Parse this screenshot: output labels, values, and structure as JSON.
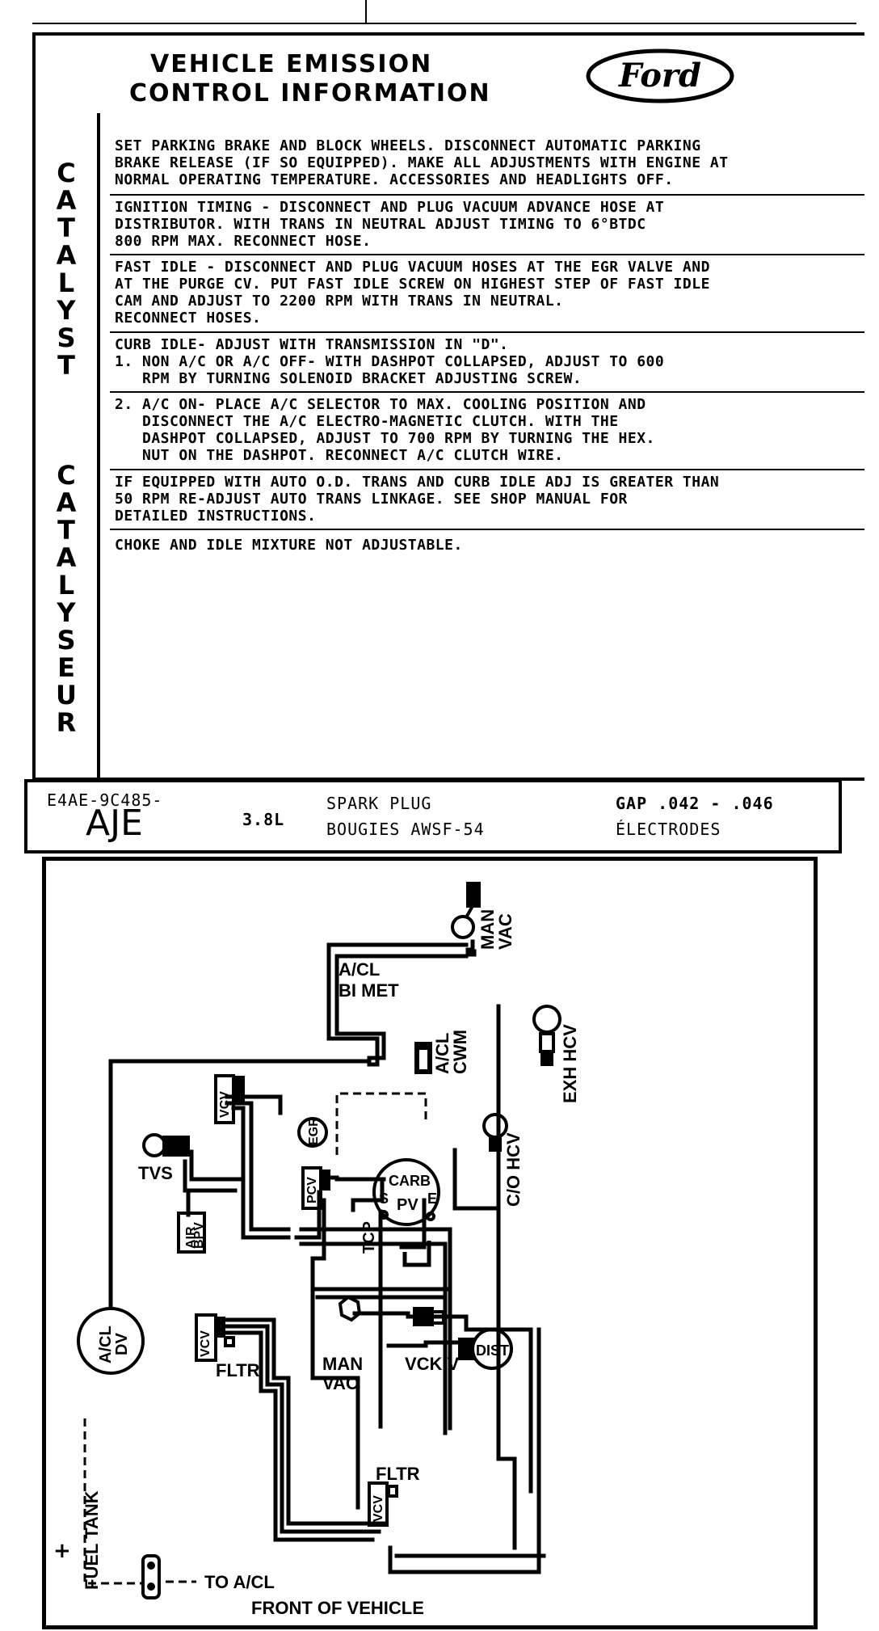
{
  "header": {
    "title_line1": "VEHICLE EMISSION",
    "title_line2": "CONTROL INFORMATION",
    "logo_text": "Ford"
  },
  "side_label": {
    "catalyst": [
      "C",
      "A",
      "T",
      "A",
      "L",
      "Y",
      "S",
      "T"
    ],
    "catalyseur": [
      "C",
      "A",
      "T",
      "A",
      "L",
      "Y",
      "S",
      "E",
      "U",
      "R"
    ]
  },
  "instructions": [
    "SET PARKING BRAKE AND BLOCK WHEELS. DISCONNECT AUTOMATIC PARKING\nBRAKE RELEASE (IF SO EQUIPPED). MAKE ALL ADJUSTMENTS WITH ENGINE AT\nNORMAL OPERATING TEMPERATURE. ACCESSORIES AND HEADLIGHTS OFF.",
    "IGNITION TIMING - DISCONNECT AND PLUG VACUUM ADVANCE HOSE AT\nDISTRIBUTOR. WITH TRANS IN NEUTRAL ADJUST TIMING TO 6°BTDC\n800 RPM MAX. RECONNECT HOSE.",
    "FAST IDLE - DISCONNECT AND PLUG VACUUM HOSES AT THE EGR VALVE AND\nAT THE PURGE CV. PUT FAST IDLE SCREW ON HIGHEST STEP OF FAST IDLE\nCAM AND ADJUST TO 2200 RPM WITH TRANS IN NEUTRAL.\nRECONNECT HOSES.",
    "CURB IDLE- ADJUST WITH TRANSMISSION IN \"D\".\n1. NON A/C OR A/C OFF- WITH DASHPOT COLLAPSED, ADJUST TO 600\n   RPM BY TURNING SOLENOID BRACKET ADJUSTING SCREW.",
    "2. A/C ON- PLACE A/C SELECTOR TO MAX. COOLING POSITION AND\n   DISCONNECT THE A/C ELECTRO-MAGNETIC CLUTCH. WITH THE\n   DASHPOT COLLAPSED, ADJUST TO 700 RPM BY TURNING THE HEX.\n   NUT ON THE DASHPOT. RECONNECT A/C CLUTCH WIRE.",
    "IF EQUIPPED WITH AUTO O.D. TRANS AND CURB IDLE ADJ IS GREATER THAN\n50 RPM RE-ADJUST AUTO TRANS LINKAGE. SEE SHOP MANUAL FOR\nDETAILED INSTRUCTIONS.",
    "CHOKE AND IDLE MIXTURE NOT ADJUSTABLE."
  ],
  "calibration": {
    "part_number": "E4AE-9C485-",
    "code": "AJE",
    "engine": "3.8L",
    "spark_plug_en": "SPARK PLUG",
    "spark_plug_fr": "BOUGIES AWSF-54",
    "gap": "GAP .042 - .046",
    "gap_fr": "ÉLECTRODES"
  },
  "diagram_labels": {
    "man_vac_top_1": "MAN",
    "man_vac_top_2": "VAC",
    "acl_bimet_1": "A/CL",
    "acl_bimet_2": "BI MET",
    "acl_cwm_1": "A/CL",
    "acl_cwm_2": "CWM",
    "exh_hcv": "EXH HCV",
    "vcv_top": "VCV",
    "egr": "EGR",
    "tvs": "TVS",
    "air_bpv_1": "AIR",
    "air_bpv_2": "BPV",
    "co_hcv": "C/O HCV",
    "pcv": "PCV",
    "carb": "CARB",
    "carb_s": "S",
    "carb_pv": "PV",
    "carb_e": "E",
    "tcp": "TCP",
    "acl_dv_1": "A/CL",
    "acl_dv_2": "DV",
    "man_vac_mid_1": "MAN",
    "man_vac_mid_2": "VAC",
    "vck_v": "VCK V",
    "dist": "DIST",
    "vcv_left": "VCV",
    "fltr_left": "FLTR",
    "fltr_bottom": "FLTR",
    "vcv_bottom": "VCV",
    "fuel_tank": "FUEL TANK",
    "to_acl": "TO A/CL",
    "front_of_vehicle": "FRONT OF VEHICLE",
    "plus_mark": "+"
  }
}
